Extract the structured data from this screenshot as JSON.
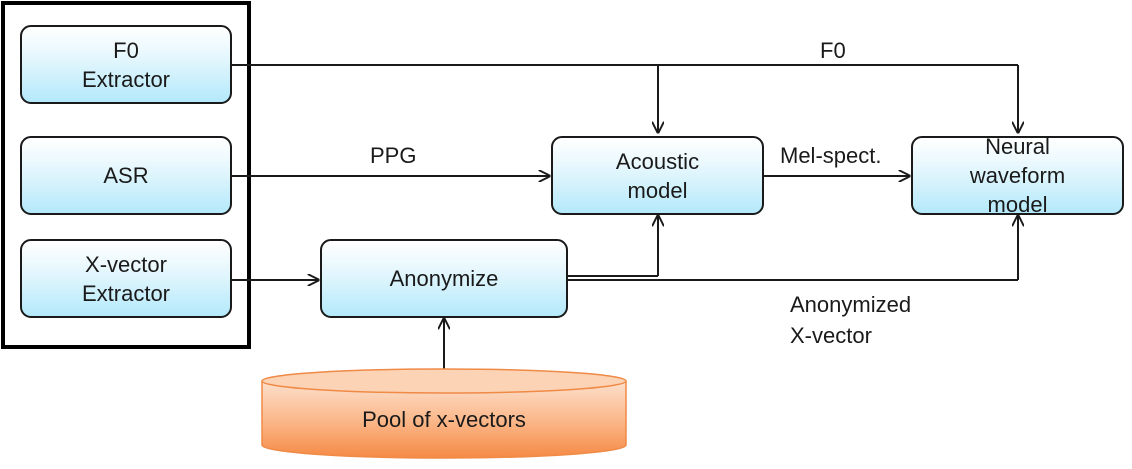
{
  "boxes": {
    "f0_extractor": "F0\nExtractor",
    "asr": "ASR",
    "xvector_extractor": "X-vector\nExtractor",
    "anonymize": "Anonymize",
    "acoustic_model": "Acoustic\nmodel",
    "neural_waveform_model": "Neural\nwaveform\nmodel",
    "pool": "Pool  of x-vectors"
  },
  "edge_labels": {
    "f0": "F0",
    "ppg": "PPG",
    "mel_spect": "Mel-spect.",
    "anonymized_xvector": "Anonymized\nX-vector"
  },
  "colors": {
    "box_fill": "#b4e9fb",
    "pool_fill": "#f79a5f",
    "stroke": "#1a1a1a"
  }
}
